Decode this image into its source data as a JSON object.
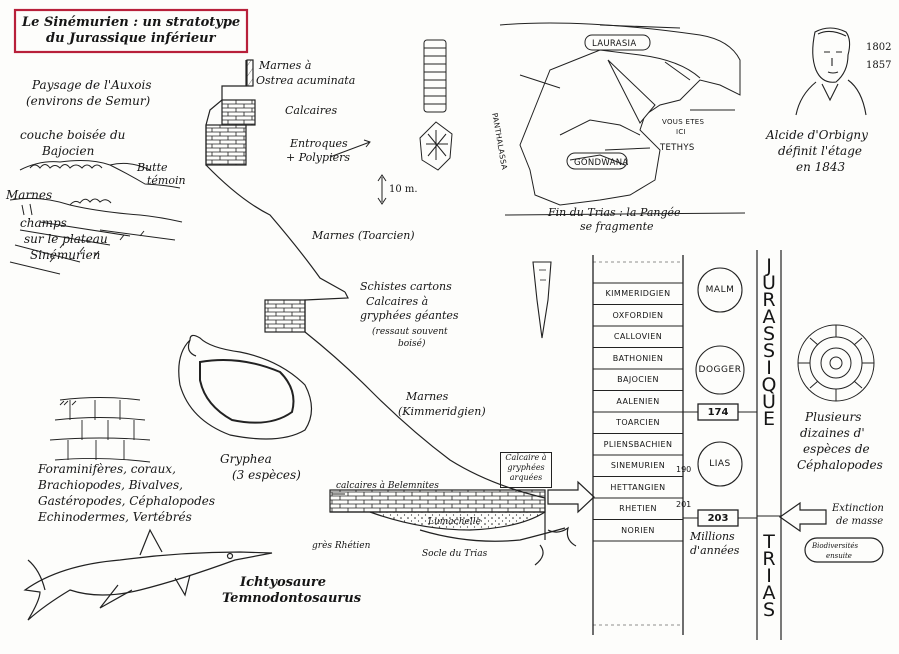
{
  "title": {
    "line1": "Le Sinémurien : un stratotype",
    "line2": "du Jurassique inférieur"
  },
  "landscape": {
    "title": "Paysage de l'Auxois",
    "subtitle": "(environs de Semur)",
    "wood_label_1": "couche boisée du",
    "wood_label_2": "Bajocien",
    "butte_1": "Butte",
    "butte_2": "témoin",
    "marnes": "Marnes",
    "fields_1": "champs",
    "fields_2": "sur le plateau",
    "fields_3": "Sinémurien"
  },
  "column": {
    "marnes_ostrea_1": "Marnes à",
    "marnes_ostrea_2": "Ostrea acuminata",
    "calcaires": "Calcaires",
    "entroques_1": "Entroques",
    "entroques_2": "+ Polypiers",
    "scale": "10 m.",
    "marnes_toarcien": "Marnes (Toarcien)",
    "schistes": "Schistes cartons",
    "calc_gry_1": "Calcaires à",
    "calc_gry_2": "gryphées géantes",
    "ressaut_1": "(ressaut souvent",
    "ressaut_2": "boisé)",
    "marnes_k_1": "Marnes",
    "marnes_k_2": "(Kimmeridgien)",
    "calc_arq_1": "Calcaire à",
    "calc_arq_2": "gryphées",
    "calc_arq_3": "arquées",
    "belemnites": "calcaires à Belemnites",
    "lumachelle": "Lumachelle",
    "gres": "grès Rhétien",
    "socle": "Socle du Trias"
  },
  "fossils": {
    "gryphea_1": "Gryphea",
    "gryphea_2": "(3 espèces)",
    "fauna_1": "Foraminifères, coraux,",
    "fauna_2": "Brachiopodes, Bivalves,",
    "fauna_3": "Gastéropodes, Céphalopodes",
    "fauna_4": "Echinodermes, Vertébrés",
    "ichthyo_1": "Ichtyosaure",
    "ichthyo_2": "Temnodontosaurus",
    "ammonite_1": "Plusieurs",
    "ammonite_2": "dizaines d'",
    "ammonite_3": "espèces de",
    "ammonite_4": "Céphalopodes"
  },
  "map": {
    "laurasia": "LAURASIA",
    "gondwana": "GONDWANA",
    "panthalassa": "PANTHALASSA",
    "tethys": "TETHYS",
    "vous_1": "VOUS ETES",
    "vous_2": "ICI",
    "caption_1": "Fin du Trias : la Pangée",
    "caption_2": "se fragmente"
  },
  "dorbigny": {
    "born": "1802",
    "died": "1857",
    "caption_1": "Alcide d'Orbigny",
    "caption_2": "définit l'étage",
    "caption_3": "en 1843"
  },
  "timescale": {
    "stages": [
      "KIMMERIDGIEN",
      "OXFORDIEN",
      "CALLOVIEN",
      "BATHONIEN",
      "BAJOCIEN",
      "AALENIEN",
      "TOARCIEN",
      "PLIENSBACHIEN",
      "SINEMURIEN",
      "HETTANGIEN",
      "RHETIEN",
      "NORIEN"
    ],
    "epochs": [
      "MALM",
      "DOGGER",
      "LIAS"
    ],
    "ages": [
      "174",
      "203"
    ],
    "small_ages": [
      "190",
      "201"
    ],
    "ma_label_1": "Millions",
    "ma_label_2": "d'années",
    "jurassique": "JURASSIQUE",
    "trias": "TRIAS",
    "extinction_1": "Extinction",
    "extinction_2": "de masse",
    "bio_1": "Biodiversités",
    "bio_2": "ensuite"
  },
  "colors": {
    "title_frame": "#b8203a",
    "ink": "#151515",
    "paper": "#fdfdfb"
  }
}
